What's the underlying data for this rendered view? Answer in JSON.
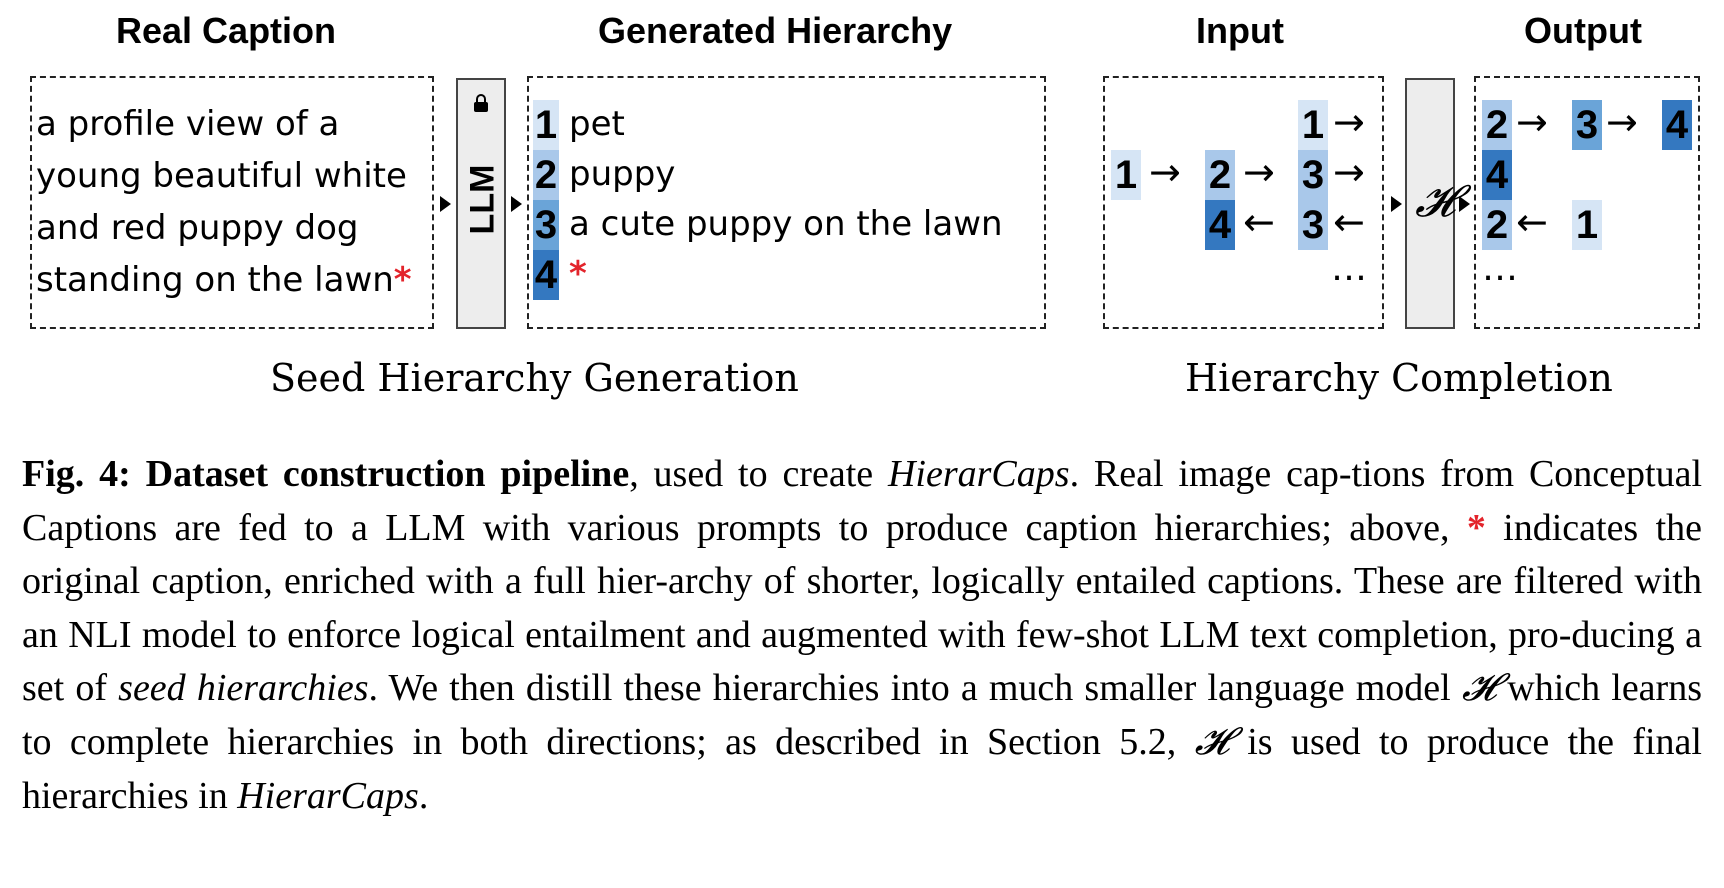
{
  "headers": {
    "real_caption": "Real Caption",
    "generated_hierarchy": "Generated Hierarchy",
    "input": "Input",
    "output": "Output"
  },
  "real_caption_lines": [
    "a profile view of a",
    "young beautiful white",
    "and red puppy dog",
    "standing on the lawn"
  ],
  "star": "*",
  "llm_label": "LLM",
  "generated": [
    {
      "num": "1",
      "text": "pet"
    },
    {
      "num": "2",
      "text": "puppy"
    },
    {
      "num": "3",
      "text": "a cute puppy on the lawn"
    },
    {
      "num": "4",
      "text": "*"
    }
  ],
  "h_symbol": "𝓗",
  "arrow_right": "→",
  "arrow_left": "←",
  "ellipsis": "…",
  "input_nums": {
    "row0_c3": "1",
    "row1_c1": "1",
    "row1_c2": "2",
    "row1_c3": "3",
    "row2_c2": "4",
    "row2_c3": "3"
  },
  "output_nums": {
    "row0_c1": "2",
    "row0_c2": "3",
    "row0_c3": "4",
    "row1_c1": "4",
    "row2_c1": "2",
    "row2_c2": "1"
  },
  "subtitles": {
    "left": "Seed Hierarchy Generation",
    "right": "Hierarchy Completion"
  },
  "caption": {
    "label": "Fig. 4: Dataset construction pipeline",
    "p1": ", used to create ",
    "hc1": "HierarCaps",
    "p2": ". Real image cap-tions from Conceptual Captions are fed to a LLM with various prompts to produce caption hierarchies; above, ",
    "star": "*",
    "p3": " indicates the original caption, enriched with a full hier-archy of shorter, logically entailed captions. These are filtered with an NLI model to enforce logical entailment and augmented with few-shot LLM text completion, pro-ducing a set of ",
    "seed": "seed hierarchies",
    "p4": ". We then distill these hierarchies into a much smaller language model ",
    "h1": "𝓗",
    "p5": " which learns to complete hierarchies in both directions; as described in Section 5.2, ",
    "h2": "𝓗",
    "p6": " is used to produce the final hierarchies in ",
    "hc2": "HierarCaps",
    "p7": "."
  }
}
